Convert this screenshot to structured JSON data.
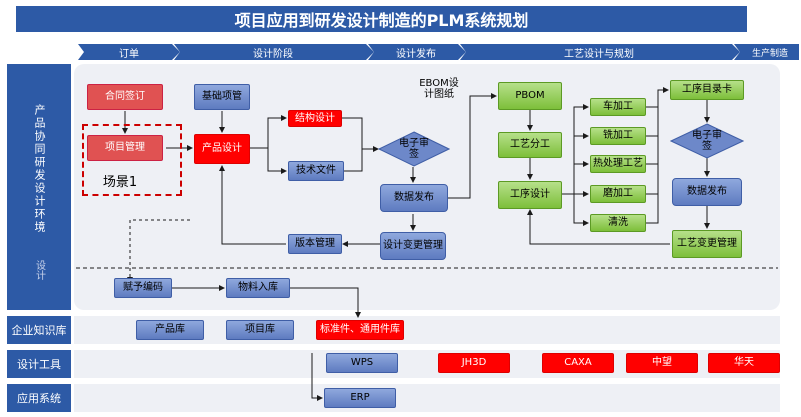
{
  "title": "项目应用到研发设计制造的PLM系统规划",
  "phases": [
    "订单",
    "设计阶段",
    "设计发布",
    "工艺设计与规划",
    "生产制造"
  ],
  "side_labels": {
    "main": "产品协同研发设计环境",
    "main_sub": "设计",
    "knowledge": "企业知识库",
    "tools": "设计工具",
    "systems": "应用系统"
  },
  "nodes": {
    "contract": "合同签订",
    "project_mgmt": "项目管理",
    "scene": "场景1",
    "base_project": "基础项管",
    "product_design": "产品设计",
    "struct_design": "结构设计",
    "tech_doc": "技术文件",
    "e_approve1": "电子审签",
    "data_publish1": "数据发布",
    "ebom": "EBOM设计图纸",
    "change_mgmt": "设计变更管理",
    "version_mgmt": "版本管理",
    "code_assign": "赋予编码",
    "material_in": "物料入库",
    "pbom": "PBOM",
    "process_split": "工艺分工",
    "process_design": "工序设计",
    "turning": "车加工",
    "milling": "铣加工",
    "heat": "热处理工艺",
    "grinding": "磨加工",
    "cleaning": "清洗",
    "op_card": "工序目录卡",
    "e_approve2": "电子审签",
    "data_publish2": "数据发布",
    "proc_change": "工艺变更管理"
  },
  "knowledge": [
    "产品库",
    "项目库",
    "标准件、通用件库"
  ],
  "tools": [
    "WPS",
    "JH3D",
    "CAXA",
    "中望",
    "华天"
  ],
  "systems": [
    "ERP"
  ]
}
